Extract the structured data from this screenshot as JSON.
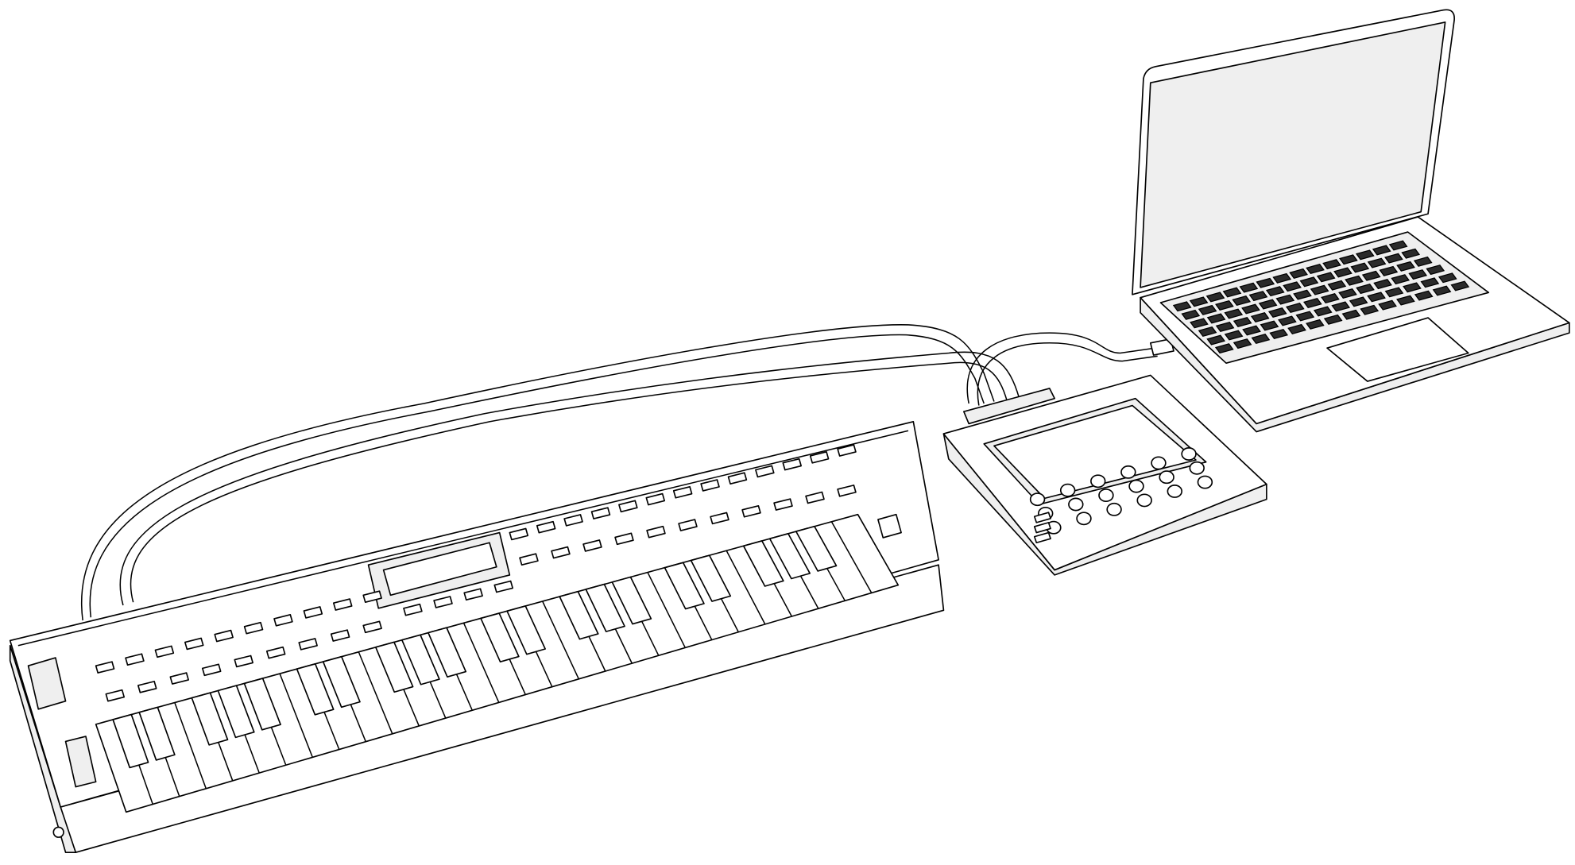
{
  "colors": {
    "line": "#000000",
    "fill": "#ffffff",
    "shade": "#efefef"
  },
  "devices": [
    {
      "name": "midi-keyboard"
    },
    {
      "name": "sound-module"
    },
    {
      "name": "laptop"
    }
  ]
}
